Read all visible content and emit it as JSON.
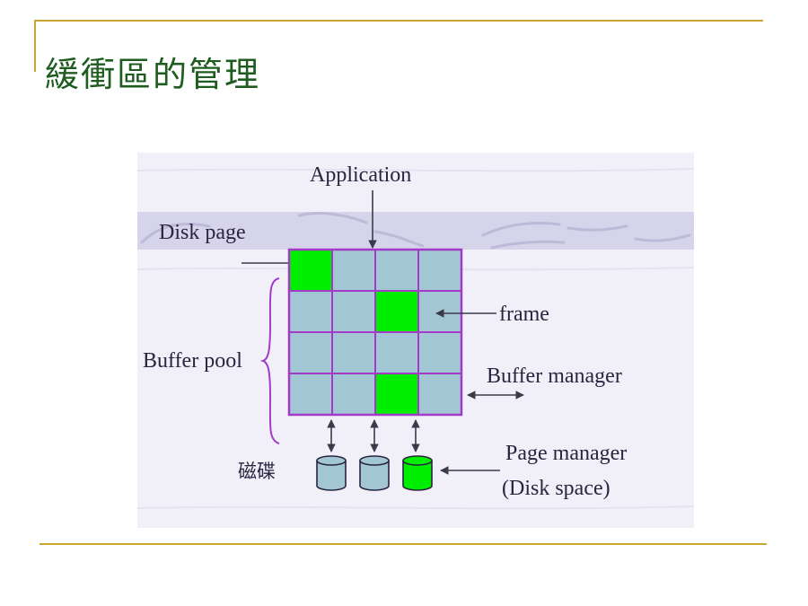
{
  "slide": {
    "title": "緩衝區的管理"
  },
  "diagram": {
    "application_label": "Application",
    "disk_page_label": "Disk page",
    "frame_label": "frame",
    "buffer_pool_label": "Buffer pool",
    "buffer_manager_label": "Buffer manager",
    "disk_label": "磁碟",
    "page_manager_label": "Page manager",
    "disk_space_label": "(Disk space)",
    "grid": {
      "rows": 4,
      "cols": 4,
      "filled_cells": [
        [
          0,
          0
        ],
        [
          1,
          2
        ],
        [
          3,
          2
        ]
      ]
    },
    "disks": [
      {
        "filled": false
      },
      {
        "filled": false
      },
      {
        "filled": true
      }
    ],
    "colors": {
      "cell_empty": "#a3c6d4",
      "cell_filled": "#00ee00",
      "grid_border": "#a33bc8",
      "band": "#d6d4ea",
      "figure_bg": "#f1f0f8",
      "title": "#1f5c1f",
      "rule": "#c8a632"
    }
  }
}
